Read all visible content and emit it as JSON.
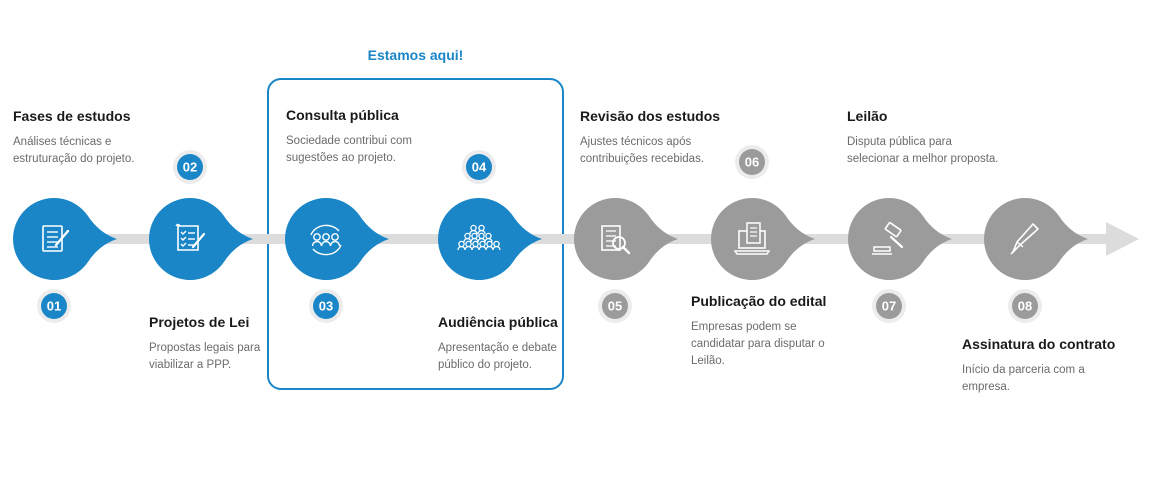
{
  "here_label": "Estamos aqui!",
  "colors": {
    "active": "#1a86c8",
    "inactive": "#9b9b9b",
    "track": "#dcdcdc",
    "badge_ring": "#ececec"
  },
  "steps": [
    {
      "number": "01",
      "title": "Fases de estudos",
      "desc_lines": [
        "Análises técnicas e",
        "estruturação do projeto."
      ],
      "icon": "document-pen-icon",
      "status": "active"
    },
    {
      "number": "02",
      "title": "Projetos de Lei",
      "desc_lines": [
        "Propostas legais para",
        "viabilizar a PPP."
      ],
      "icon": "checklist-icon",
      "status": "active"
    },
    {
      "number": "03",
      "title": "Consulta pública",
      "desc_lines": [
        "Sociedade contribui com",
        "sugestões ao projeto."
      ],
      "icon": "people-cycle-icon",
      "status": "active"
    },
    {
      "number": "04",
      "title": "Audiência pública",
      "desc_lines": [
        "Apresentação e debate",
        "público do projeto."
      ],
      "icon": "audience-icon",
      "status": "active"
    },
    {
      "number": "05",
      "title": "Revisão dos estudos",
      "desc_lines": [
        "Ajustes técnicos após",
        "contribuições recebidas."
      ],
      "icon": "document-magnifier-icon",
      "status": "inactive"
    },
    {
      "number": "06",
      "title": "Publicação do edital",
      "desc_lines": [
        "Empresas podem se",
        "candidatar para disputar o",
        "Leilão."
      ],
      "icon": "laptop-document-icon",
      "status": "inactive"
    },
    {
      "number": "07",
      "title": "Leilão",
      "desc_lines": [
        "Disputa pública para",
        "selecionar a melhor proposta."
      ],
      "icon": "gavel-icon",
      "status": "inactive"
    },
    {
      "number": "08",
      "title": "Assinatura do contrato",
      "desc_lines": [
        "Início da parceria com a",
        "empresa."
      ],
      "icon": "pen-icon",
      "status": "inactive"
    }
  ]
}
